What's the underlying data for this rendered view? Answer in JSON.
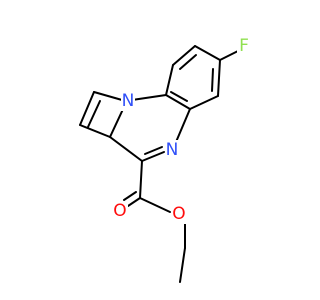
{
  "colors": {
    "bond": "#000000",
    "fluorine": "#90E050",
    "nitrogen": "#3050F8",
    "oxygen": "#FF0D0D"
  },
  "atoms": {
    "fluorine": "F",
    "ring_nitrogen_bridgehead": "N",
    "ring_nitrogen_imine": "N",
    "carbonyl_oxygen": "O",
    "ester_oxygen": "O"
  }
}
